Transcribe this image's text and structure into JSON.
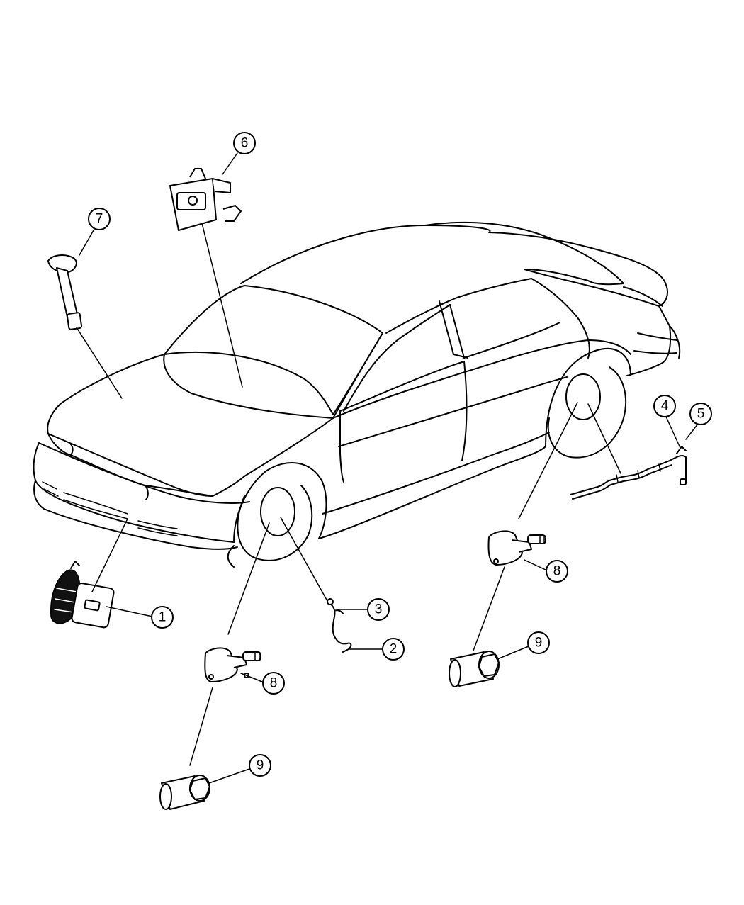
{
  "callouts": [
    {
      "id": "c1",
      "label": "1"
    },
    {
      "id": "c2",
      "label": "2"
    },
    {
      "id": "c3",
      "label": "3"
    },
    {
      "id": "c4",
      "label": "4"
    },
    {
      "id": "c5",
      "label": "5"
    },
    {
      "id": "c6",
      "label": "6"
    },
    {
      "id": "c7",
      "label": "7"
    },
    {
      "id": "c8a",
      "label": "8"
    },
    {
      "id": "c8b",
      "label": "8"
    },
    {
      "id": "c9a",
      "label": "9"
    },
    {
      "id": "c9b",
      "label": "9"
    }
  ]
}
